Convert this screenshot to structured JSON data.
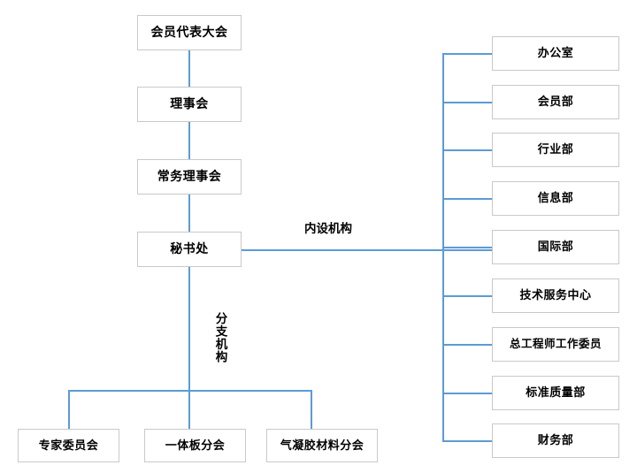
{
  "diagram": {
    "type": "organization-chart",
    "title": "",
    "colors": {
      "connector": "#5b9bd5",
      "box_border": "#c9c9c9",
      "box_fill": "#ffffff",
      "text": "#000000",
      "background": "#ffffff"
    },
    "hierarchy": [
      {
        "label": "会员代表大会",
        "level": 1
      },
      {
        "label": "理事会",
        "level": 2
      },
      {
        "label": "常务理事会",
        "level": 3
      },
      {
        "label": "秘书处",
        "level": 4
      }
    ],
    "group_labels": {
      "internal": "内设机构",
      "branch": "分支机构"
    },
    "internal_departments": [
      {
        "label": "办公室"
      },
      {
        "label": "会员部"
      },
      {
        "label": "行业部"
      },
      {
        "label": "信息部"
      },
      {
        "label": "国际部"
      },
      {
        "label": "技术服务中心"
      },
      {
        "label": "总工程师工作委员"
      },
      {
        "label": "标准质量部"
      },
      {
        "label": "财务部"
      }
    ],
    "branch_organizations": [
      {
        "label": "专家委员会"
      },
      {
        "label": "一体板分会"
      },
      {
        "label": "气凝胶材料分会"
      }
    ]
  }
}
